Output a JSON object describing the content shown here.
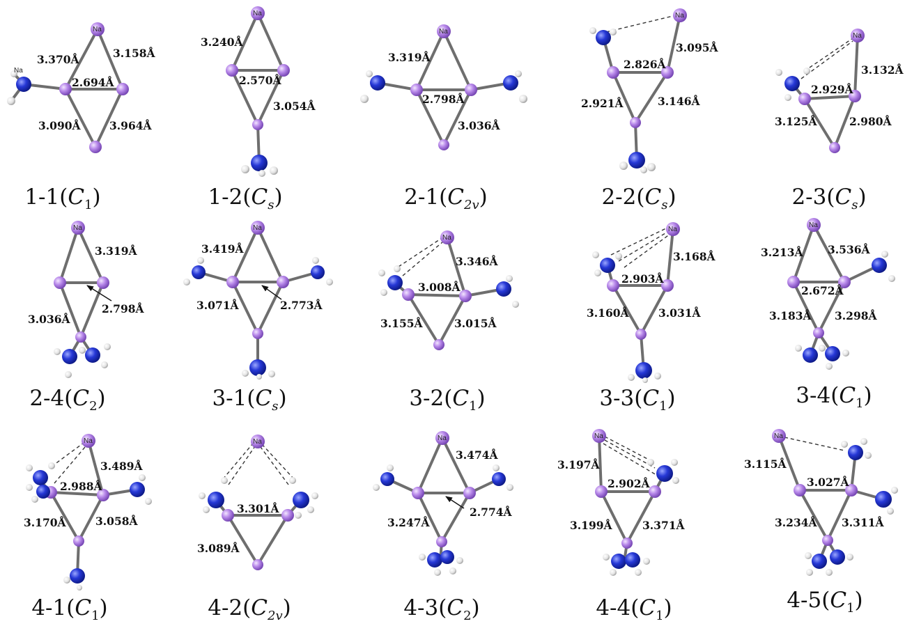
{
  "atom_label": "Na",
  "colors": {
    "na": "#b889ea",
    "n": "#2638d6",
    "h": "#e7e7e7",
    "bond": "#6e6e6e"
  },
  "structures": [
    {
      "id": "1-1",
      "sym": "C",
      "sub": "1",
      "distances": [
        "3.370Å",
        "3.158Å",
        "2.694Å",
        "3.090Å",
        "3.964Å"
      ]
    },
    {
      "id": "1-2",
      "sym": "C",
      "sub": "s",
      "distances": [
        "3.240Å",
        "2.570Å",
        "3.054Å"
      ]
    },
    {
      "id": "2-1",
      "sym": "C",
      "sub": "2v",
      "distances": [
        "3.319Å",
        "2.798Å",
        "3.036Å"
      ]
    },
    {
      "id": "2-2",
      "sym": "C",
      "sub": "s",
      "distances": [
        "3.095Å",
        "2.826Å",
        "2.921Å",
        "3.146Å"
      ]
    },
    {
      "id": "2-3",
      "sym": "C",
      "sub": "s",
      "distances": [
        "3.132Å",
        "2.929Å",
        "3.125Å",
        "2.980Å"
      ]
    },
    {
      "id": "2-4",
      "sym": "C",
      "sub": "2",
      "distances": [
        "3.319Å",
        "2.798Å",
        "3.036Å"
      ]
    },
    {
      "id": "3-1",
      "sym": "C",
      "sub": "s",
      "distances": [
        "3.419Å",
        "3.071Å",
        "2.773Å"
      ]
    },
    {
      "id": "3-2",
      "sym": "C",
      "sub": "1",
      "distances": [
        "3.346Å",
        "3.008Å",
        "3.155Å",
        "3.015Å"
      ]
    },
    {
      "id": "3-3",
      "sym": "C",
      "sub": "1",
      "distances": [
        "3.168Å",
        "2.903Å",
        "3.160Å",
        "3.031Å"
      ]
    },
    {
      "id": "3-4",
      "sym": "C",
      "sub": "1",
      "distances": [
        "3.213Å",
        "3.536Å",
        "2.672Å",
        "3.183Å",
        "3.298Å"
      ]
    },
    {
      "id": "4-1",
      "sym": "C",
      "sub": "1",
      "distances": [
        "3.489Å",
        "2.988Å",
        "3.170Å",
        "3.058Å"
      ]
    },
    {
      "id": "4-2",
      "sym": "C",
      "sub": "2v",
      "distances": [
        "3.301Å",
        "3.089Å"
      ]
    },
    {
      "id": "4-3",
      "sym": "C",
      "sub": "2",
      "distances": [
        "3.474Å",
        "2.774Å",
        "3.247Å"
      ]
    },
    {
      "id": "4-4",
      "sym": "C",
      "sub": "1",
      "distances": [
        "3.197Å",
        "2.902Å",
        "3.199Å",
        "3.371Å"
      ]
    },
    {
      "id": "4-5",
      "sym": "C",
      "sub": "1",
      "distances": [
        "3.115Å",
        "3.027Å",
        "3.234Å",
        "3.311Å"
      ]
    }
  ]
}
